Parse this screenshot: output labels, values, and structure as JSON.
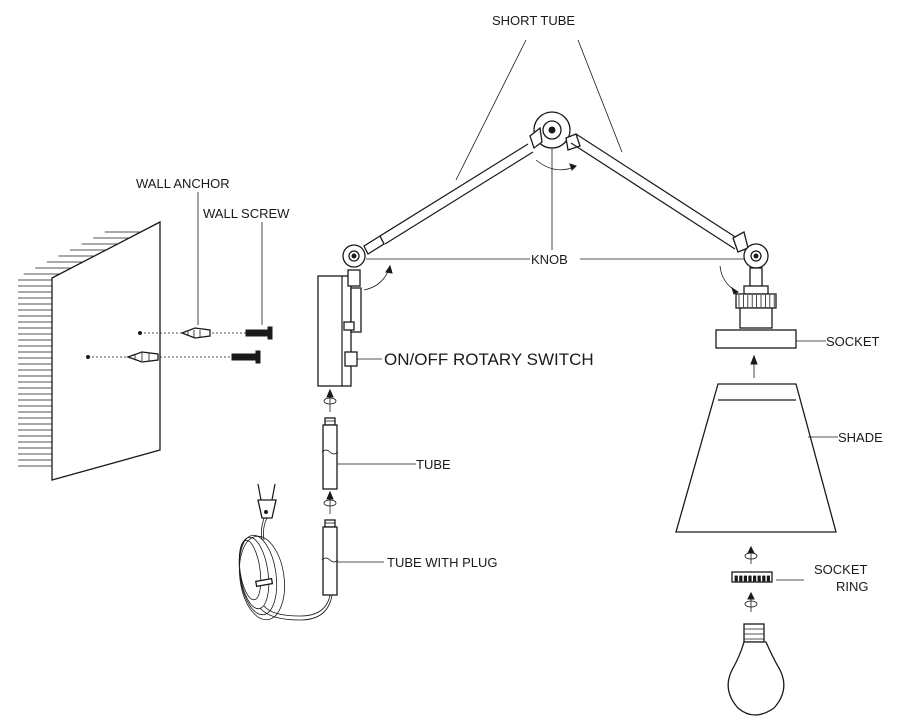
{
  "labels": {
    "short_tube": "SHORT TUBE",
    "wall_anchor": "WALL ANCHOR",
    "wall_screw": "WALL SCREW",
    "knob": "KNOB",
    "socket": "SOCKET",
    "on_off_switch": "ON/OFF ROTARY SWITCH",
    "shade": "SHADE",
    "tube": "TUBE",
    "tube_with_plug": "TUBE WITH PLUG",
    "socket_ring_line1": "SOCKET",
    "socket_ring_line2": "RING"
  },
  "colors": {
    "stroke": "#1a1a1a",
    "background": "#ffffff"
  }
}
